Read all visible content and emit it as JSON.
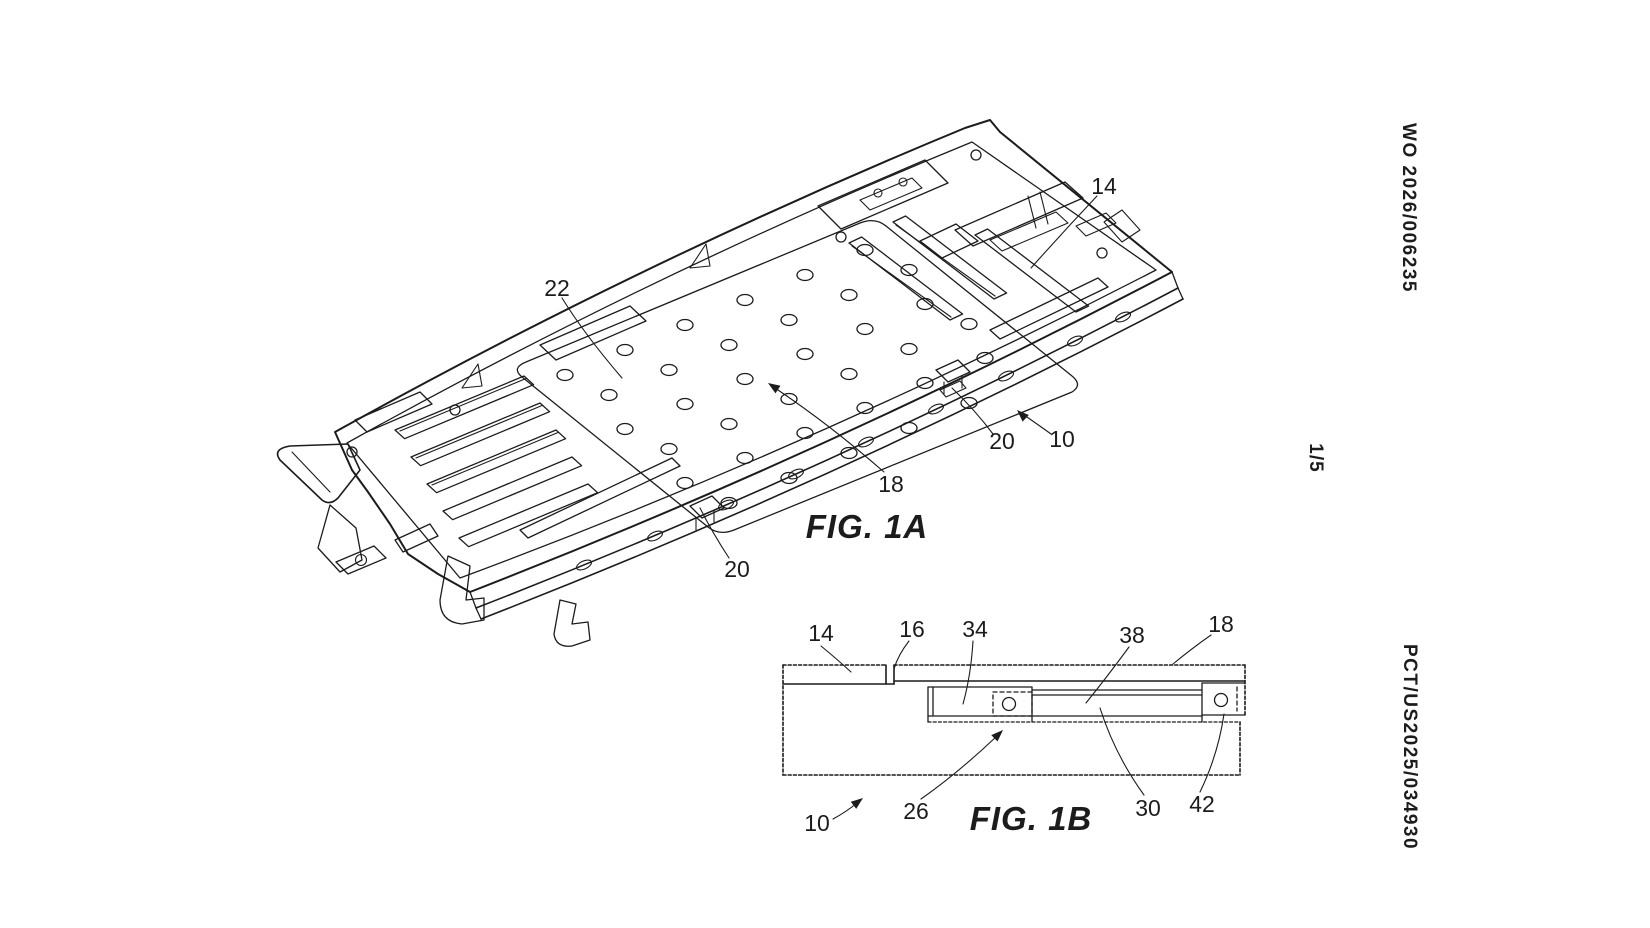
{
  "colors": {
    "ink": "#1c1c1c",
    "paper": "#ffffff"
  },
  "margin": {
    "publication_number": "WO 2026/006235",
    "page_indicator": "1/5",
    "application_number": "PCT/US2025/034930"
  },
  "fig1a": {
    "caption": "FIG. 1A",
    "labels": {
      "n22": "22",
      "n14": "14",
      "n20_right": "20",
      "n10": "10",
      "n18": "18",
      "n20_lower": "20"
    }
  },
  "fig1b": {
    "caption": "FIG. 1B",
    "labels": {
      "n14": "14",
      "n16": "16",
      "n34": "34",
      "n38": "38",
      "n18": "18",
      "n26": "26",
      "n10": "10",
      "n30": "30",
      "n42": "42"
    }
  }
}
